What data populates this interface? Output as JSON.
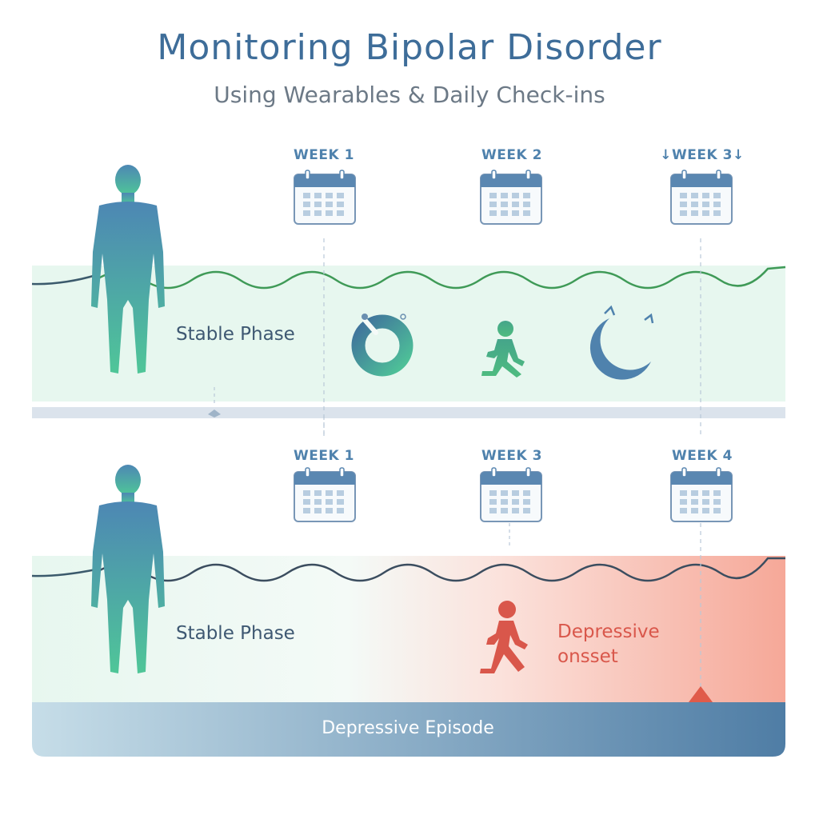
{
  "title": "Monitoring Bipolar Disorder",
  "subtitle": "Using Wearables & Daily Check-ins",
  "top_panel": {
    "weeks": [
      "WEEK 1",
      "WEEK 2",
      "↓WEEK 3↓"
    ],
    "phase_label": "Stable Phase",
    "icons": [
      "activity-ring-icon",
      "walking-person-icon",
      "sleep-moon-icon"
    ]
  },
  "bottom_panel": {
    "weeks": [
      "WEEK 1",
      "WEEK 3",
      "WEEK 4"
    ],
    "phase_label": "Stable Phase",
    "onset_label_line1": "Depressive",
    "onset_label_line2": "onsset",
    "episode_bar_label": "Depressive Episode",
    "icons": [
      "walking-person-red-icon",
      "onset-marker-icon"
    ]
  },
  "colors": {
    "title": "#3e6d99",
    "stable_band": "#e7f7ef",
    "depressive_band": "#f6a898",
    "wave_green": "#3f9a57",
    "wave_dark": "#3b4d5f",
    "onset_red": "#d9574b",
    "episode_bar_dark": "#4f7da5"
  }
}
